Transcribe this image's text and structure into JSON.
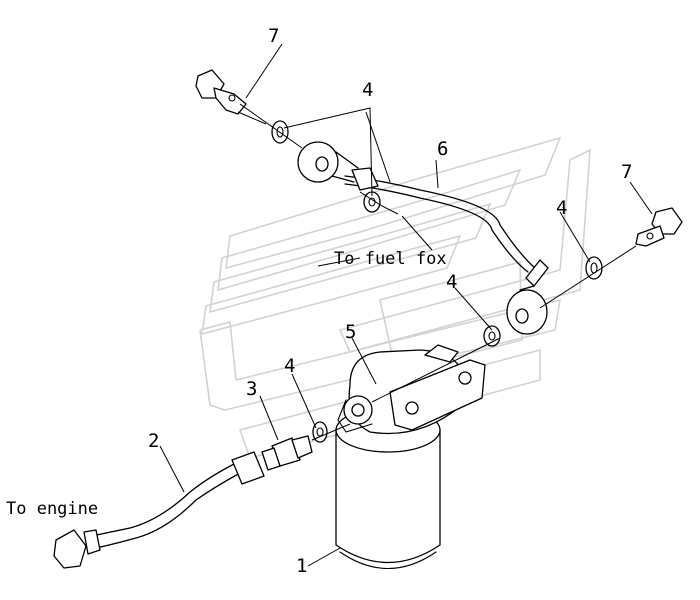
{
  "callouts": {
    "p1": "1",
    "p2": "2",
    "p3": "3",
    "p4_top": "4",
    "p4_right": "4",
    "p4_mid": "4",
    "p4_low": "4",
    "p5": "5",
    "p6": "6",
    "p7_left": "7",
    "p7_right": "7"
  },
  "annotations": {
    "to_fuel_box": "To fuel fox",
    "to_engine": "To engine"
  },
  "colors": {
    "line": "#000000",
    "watermark": "#d2d2d2",
    "background": "#ffffff"
  }
}
